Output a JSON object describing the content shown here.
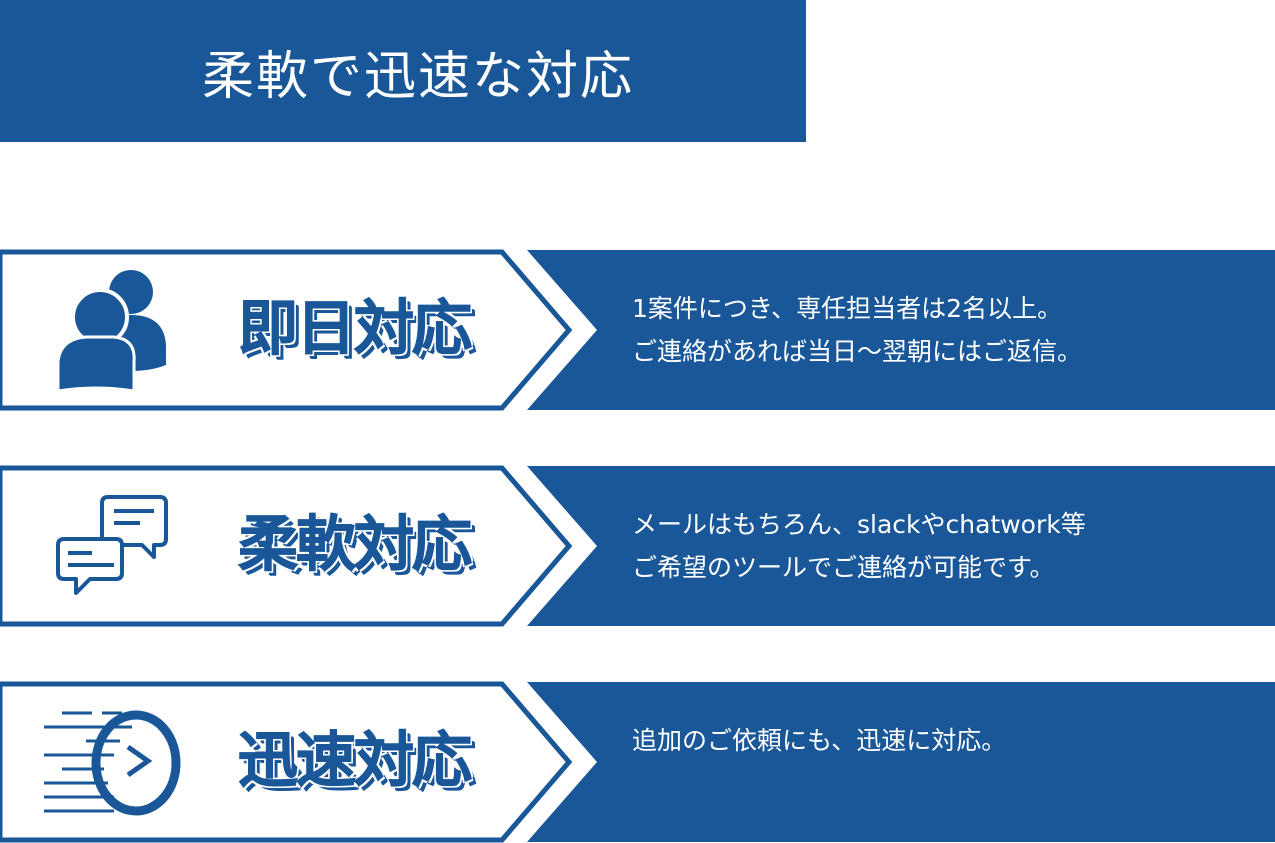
{
  "title": "柔軟で迅速な対応",
  "colors": {
    "brand_blue": "#1a5799",
    "background": "#ffffff",
    "text_on_blue": "#ffffff"
  },
  "rows": [
    {
      "icon": "users-icon",
      "heading": "即日対応",
      "lines": [
        "1案件につき、専任担当者は2名以上。",
        "ご連絡があれば当日〜翌朝にはご返信。"
      ]
    },
    {
      "icon": "chat-bubbles-icon",
      "heading": "柔軟対応",
      "lines": [
        "メールはもちろん、slackやchatwork等",
        "ご希望のツールでご連絡が可能です。"
      ]
    },
    {
      "icon": "fast-forward-clock-icon",
      "heading": "迅速対応",
      "lines": [
        "追加のご依頼にも、迅速に対応。"
      ]
    }
  ]
}
